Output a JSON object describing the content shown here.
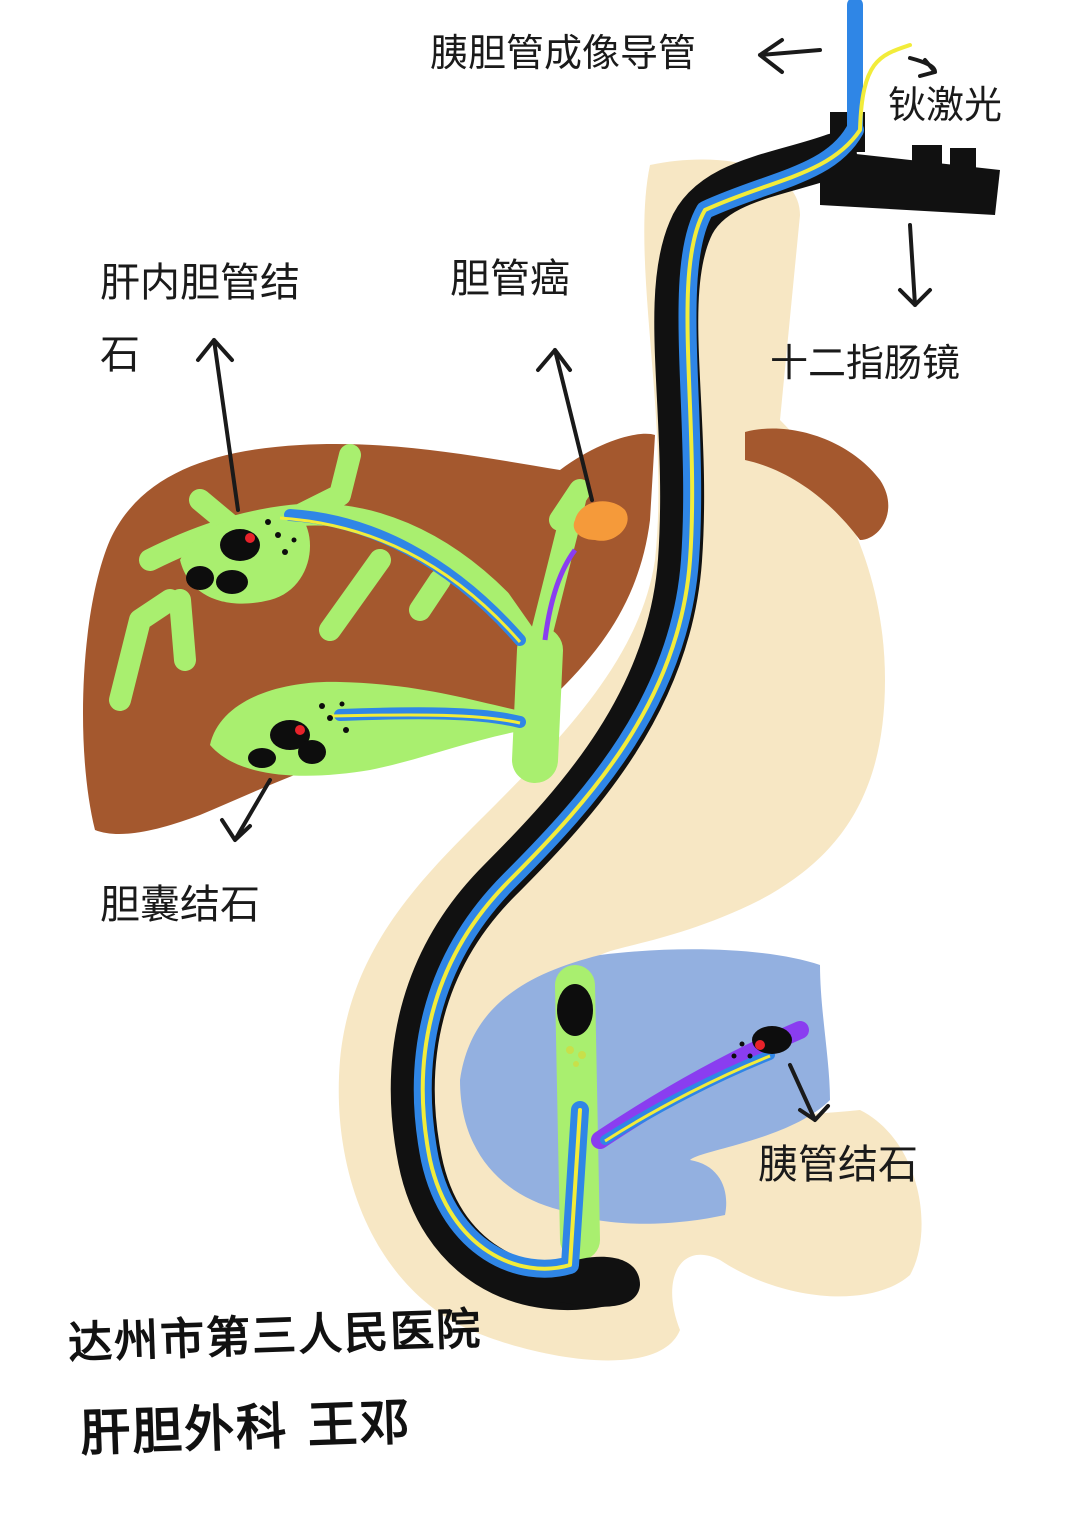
{
  "labels": {
    "pancreatobiliary_catheter": "胰胆管成像导管",
    "holmium_laser": "钬激光",
    "duodenoscope": "十二指肠镜",
    "intrahepatic_stone_line1": "肝内胆管结",
    "intrahepatic_stone_line2": "石",
    "cholangiocarcinoma": "胆管癌",
    "gallbladder_stone": "胆囊结石",
    "pancreatic_duct_stone": "胰管结石"
  },
  "signature": {
    "line1": "达州市第三人民医院",
    "line2": "肝胆外科 王邓"
  },
  "colors": {
    "liver": "#a4582e",
    "stomach": "#f7e7c4",
    "bile_duct": "#a9ef6f",
    "pancreas": "#93b0e0",
    "scope": "#111111",
    "catheter": "#2f86e6",
    "laser_fiber": "#f2ec3a",
    "pancreatic_duct": "#8a3df0",
    "tumor": "#f59a3a",
    "stone": "#0d0d0d",
    "laser_spot": "#e8222a"
  }
}
